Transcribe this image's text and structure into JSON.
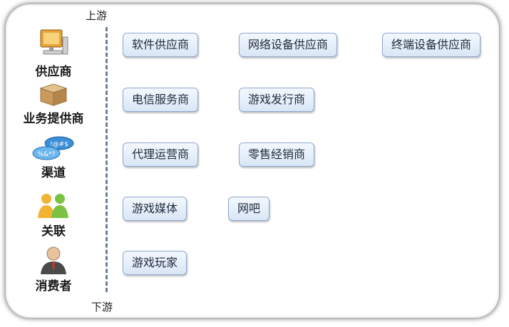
{
  "axis": {
    "top": "上游",
    "bottom": "下游"
  },
  "roles": [
    {
      "label": "供应商",
      "icon": "computer-icon"
    },
    {
      "label": "业务提供商",
      "icon": "box-icon"
    },
    {
      "label": "渠道",
      "icon": "speech-bubbles-icon"
    },
    {
      "label": "关联",
      "icon": "people-icon"
    },
    {
      "label": "消费者",
      "icon": "person-icon"
    }
  ],
  "rows": [
    [
      "软件供应商",
      "网络设备供应商",
      "终端设备供应商"
    ],
    [
      "电信服务商",
      "游戏发行商"
    ],
    [
      "代理运营商",
      "零售经销商"
    ],
    [
      "游戏媒体",
      "网吧"
    ],
    [
      "游戏玩家"
    ]
  ],
  "icon_text": {
    "bubble_top": "!@#$",
    "bubble_bottom": "%&*?"
  },
  "colors": {
    "node_border": "#8ea9cf",
    "node_fill": "#d9e6f6",
    "axis": "#6b7f99"
  }
}
